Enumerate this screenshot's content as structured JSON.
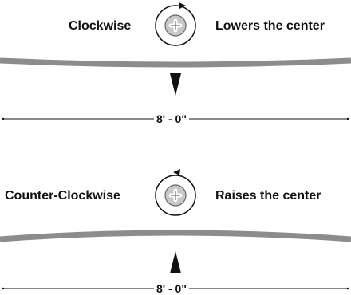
{
  "sections": [
    {
      "rotation_label": "Clockwise",
      "effect_label": "Lowers the center",
      "dimension": "8' - 0\"",
      "beam_shape": "sag",
      "arrow_direction": "down"
    },
    {
      "rotation_label": "Counter-Clockwise",
      "effect_label": "Raises the center",
      "dimension": "8' - 0\"",
      "beam_shape": "crown",
      "arrow_direction": "up"
    }
  ],
  "colors": {
    "beam": "#8c8c8c",
    "ink": "#111111",
    "knob_fill": "#c8c8c8"
  },
  "icons": {
    "adjuster": "phillips-screw-icon",
    "rotation": "rotation-arrow-icon"
  }
}
